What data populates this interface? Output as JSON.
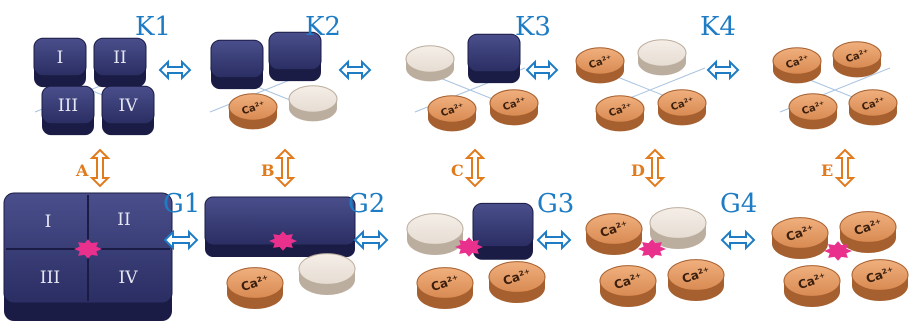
{
  "colors": {
    "navy": "#2b2e63",
    "navy_dark": "#1a1c45",
    "navy_light": "#4a4f8c",
    "orange": "#d98a52",
    "orange_dark": "#a65f2e",
    "orange_light": "#f0b07e",
    "beige": "#e6dcd2",
    "beige_dark": "#bcae9f",
    "pink": "#e8308c",
    "blue_label": "#1e7cc4",
    "orange_label": "#e07b1e",
    "axis": "#a9c4e0"
  },
  "states_top": [
    {
      "label": "K1",
      "ca_bound": 0,
      "subunits": [
        "I",
        "II",
        "III",
        "IV"
      ]
    },
    {
      "label": "K2",
      "ca_bound": 1
    },
    {
      "label": "K3",
      "ca_bound": 2
    },
    {
      "label": "K4",
      "ca_bound": 3
    },
    {
      "label": "",
      "ca_bound": 4
    }
  ],
  "states_bottom": [
    {
      "label": "G1",
      "subunits": [
        "I",
        "II",
        "III",
        "IV"
      ]
    },
    {
      "label": "G2"
    },
    {
      "label": "G3"
    },
    {
      "label": "G4"
    },
    {
      "label": ""
    }
  ],
  "transitions": [
    "A",
    "B",
    "C",
    "D",
    "E"
  ],
  "ion_label": "Ca²⁺",
  "icons": {
    "horizontal_arrow": "double-arrow-icon",
    "vertical_arrow": "double-arrow-vertical-icon",
    "pore": "pore-star-icon"
  }
}
